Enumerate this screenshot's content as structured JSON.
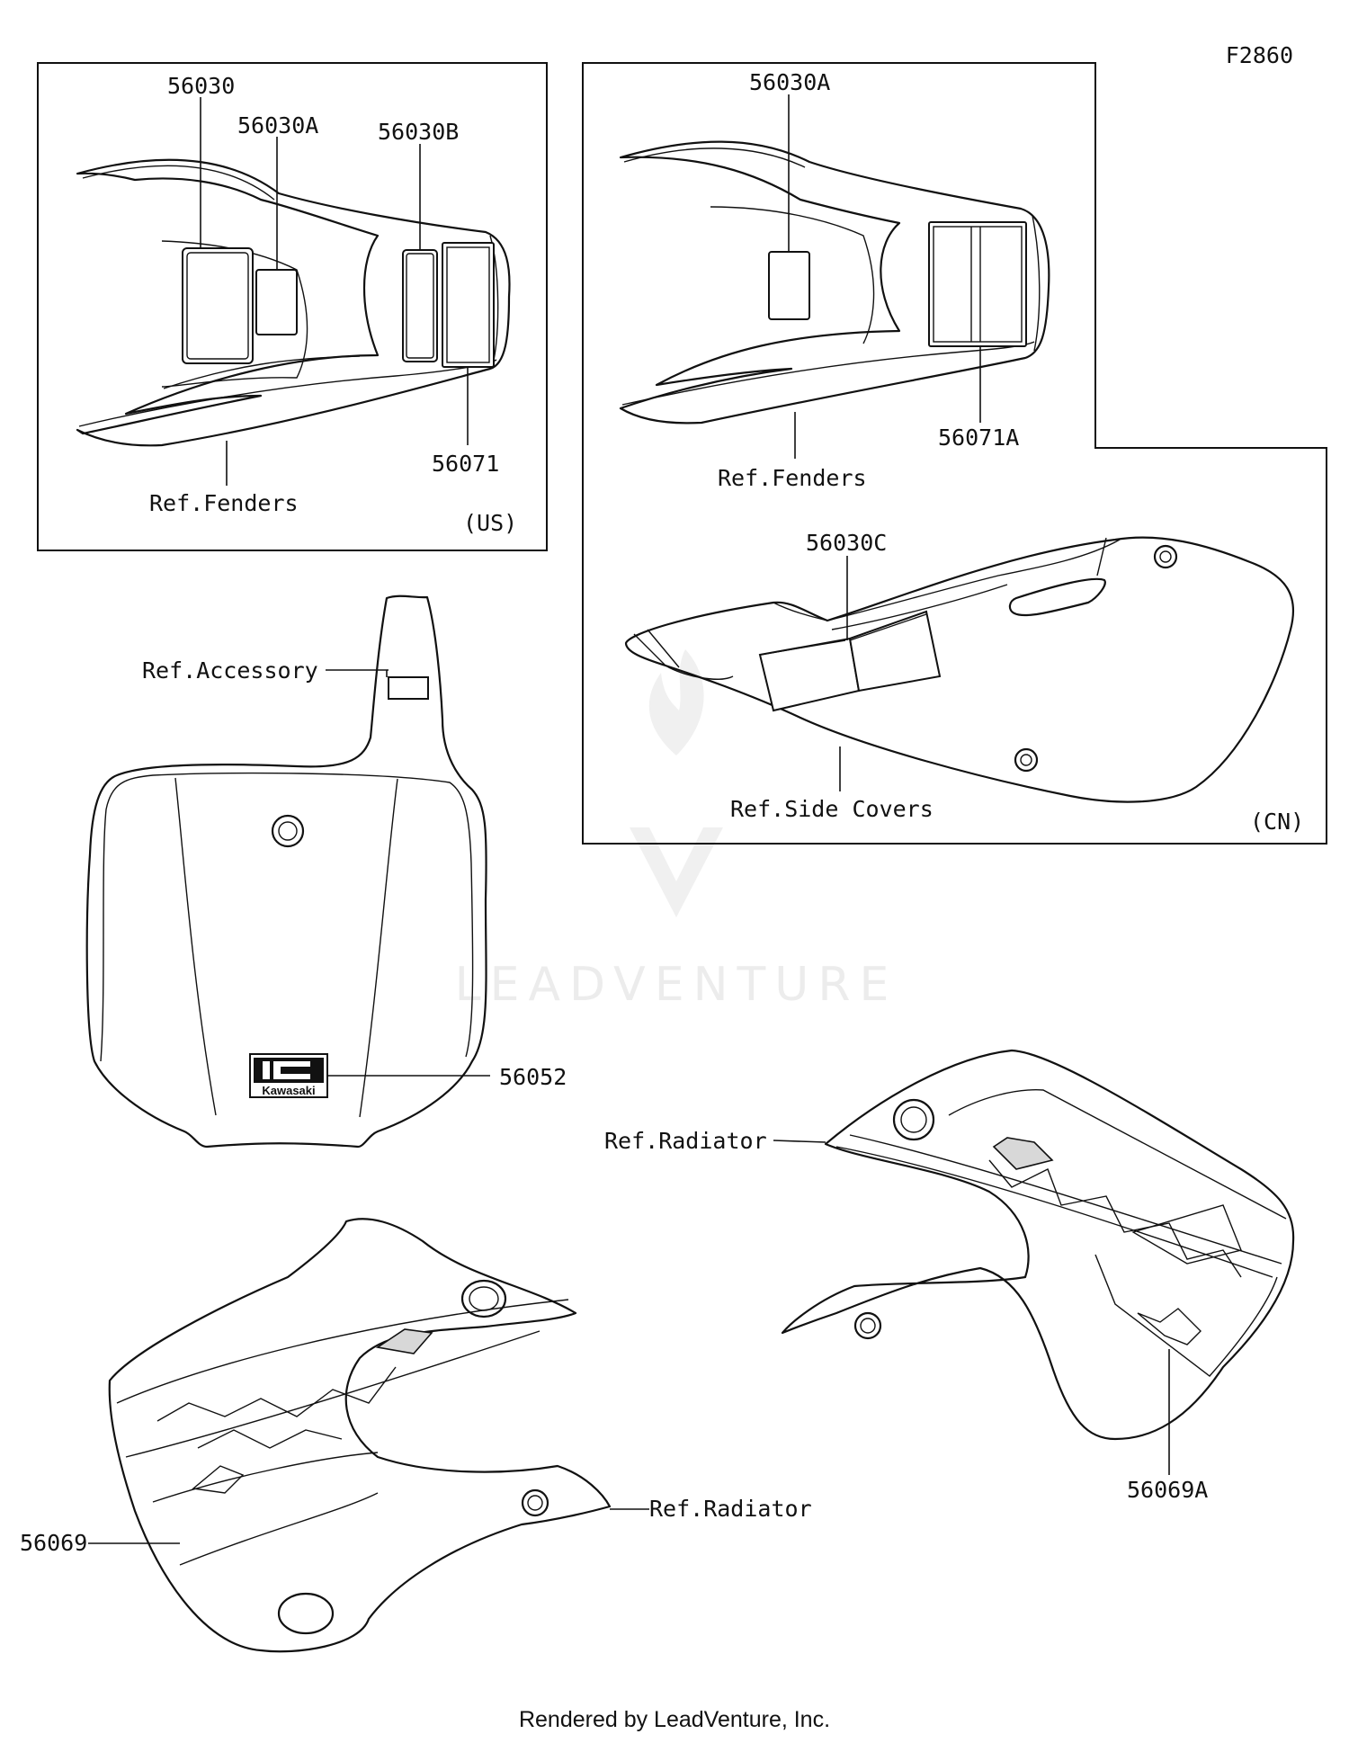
{
  "figure_code": "F2860",
  "panels": {
    "us": {
      "region": "(US)"
    },
    "cn": {
      "region": "(CN)"
    }
  },
  "labels": {
    "us_56030": "56030",
    "us_56030A": "56030A",
    "us_56030B": "56030B",
    "us_56071": "56071",
    "us_ref_fenders": "Ref.Fenders",
    "cn_56030A": "56030A",
    "cn_56071A": "56071A",
    "cn_ref_fenders": "Ref.Fenders",
    "cn_56030C": "56030C",
    "cn_ref_side_covers": "Ref.Side Covers",
    "ref_accessory": "Ref.Accessory",
    "num_56052": "56052",
    "ref_radiator_right": "Ref.Radiator",
    "num_56069A": "56069A",
    "ref_radiator_left": "Ref.Radiator",
    "num_56069": "56069"
  },
  "logo_text": "Kawasaki",
  "watermark": "LEADVENTURE",
  "footer": "Rendered by LeadVenture, Inc."
}
